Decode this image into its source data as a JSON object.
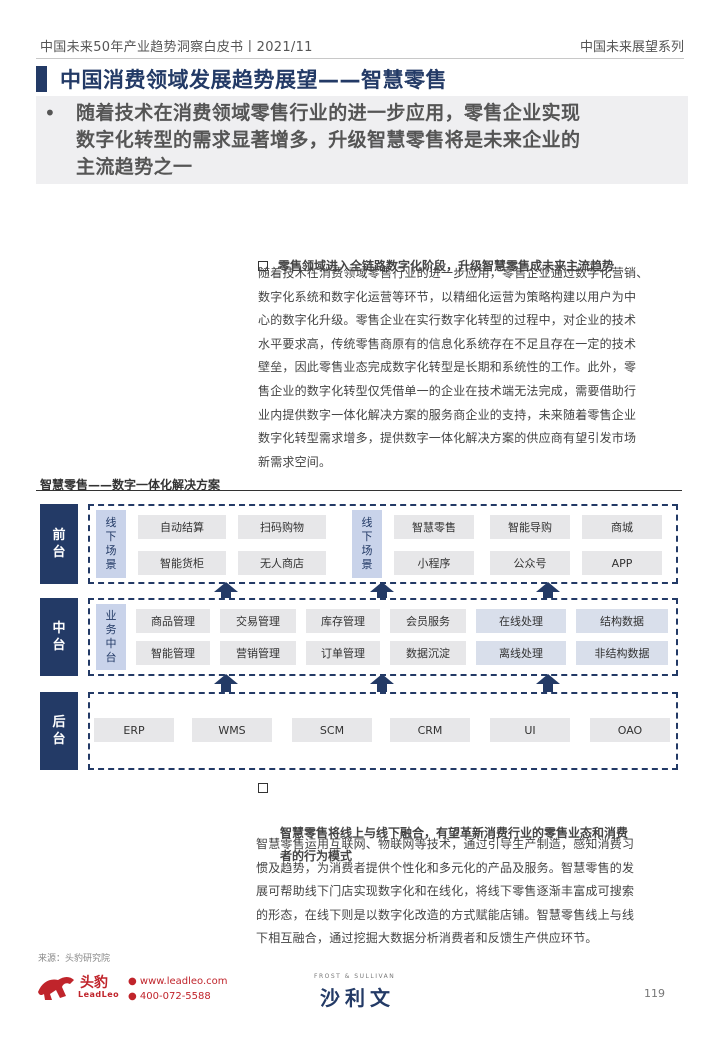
{
  "header": {
    "left": "中国未来50年产业趋势洞察白皮书丨2021/11",
    "right": "中国未来展望系列"
  },
  "title": "中国消费领域发展趋势展望——智慧零售",
  "subtitle": {
    "bullet": "•",
    "text": "随着技术在消费领域零售行业的进一步应用，零售企业实现\n数字化转型的需求显著增多，升级智慧零售将是未来企业的\n主流趋势之一"
  },
  "section1": {
    "heading": "零售领域进入全链路数字化阶段，升级智慧零售成未来主流趋势",
    "body": "随着技术在消费领域零售行业的进一步应用，零售企业通过数字化营销、\n数字化系统和数字化运营等环节，以精细化运营为策略构建以用户为中\n心的数字化升级。零售企业在实行数字化转型的过程中，对企业的技术\n水平要求高，传统零售商原有的信息化系统存在不足且存在一定的技术\n壁垒，因此零售业态完成数字化转型是长期和系统性的工作。此外，零\n售企业的数字化转型仅凭借单一的企业在技术端无法完成，需要借助行\n业内提供数字一体化解决方案的服务商企业的支持，未来随着零售企业\n数字化转型需求增多，提供数字一体化解决方案的供应商有望引发市场\n新需求空间。"
  },
  "diagram": {
    "title": "智慧零售——数字一体化解决方案",
    "front": {
      "label": "前\n台",
      "offline_label": "线\n下\n场\n景",
      "offline_items": [
        "自动结算",
        "扫码购物",
        "智能货柜",
        "无人商店"
      ],
      "online_label": "线\n下\n场\n景",
      "online_items": [
        "智慧零售",
        "智能导购",
        "商城",
        "小程序",
        "公众号",
        "APP"
      ]
    },
    "middle": {
      "label": "中\n台",
      "side_label": "业\n务\n中\n台",
      "row1": [
        "商品管理",
        "交易管理",
        "库存管理",
        "会员服务",
        "在线处理",
        "结构数据"
      ],
      "row2": [
        "智能管理",
        "营销管理",
        "订单管理",
        "数据沉淀",
        "离线处理",
        "非结构数据"
      ]
    },
    "back": {
      "label": "后\n台",
      "items": [
        "ERP",
        "WMS",
        "SCM",
        "CRM",
        "UI",
        "OAO"
      ]
    }
  },
  "section2": {
    "heading": "智慧零售将线上与线下融合，有望革新消费行业的零售业态和消费\n者的行为模式",
    "body": "智慧零售运用互联网、物联网等技术，通过引导生产制造，感知消费习\n惯及趋势，为消费者提供个性化和多元化的产品及服务。智慧零售的发\n展可帮助线下门店实现数字化和在线化，将线下零售逐渐丰富成可搜索\n的形态，在线下则是以数字化改造的方式赋能店铺。智慧零售线上与线\n下相互融合，通过挖掘大数据分析消费者和反馈生产供应环节。"
  },
  "footer": {
    "source": "来源：头豹研究院",
    "logo_cn": "头豹",
    "logo_en": "LeadLeo",
    "site": "www.leadleo.com",
    "tel": "400-072-5588",
    "fs_en": "FROST & SULLIVAN",
    "fs_cn": "沙利文",
    "page": "119"
  },
  "colors": {
    "navy": "#233a66",
    "light_blue": "#c9d3ea",
    "grey_box": "#e7e7e9",
    "brand_red": "#c0242b"
  }
}
